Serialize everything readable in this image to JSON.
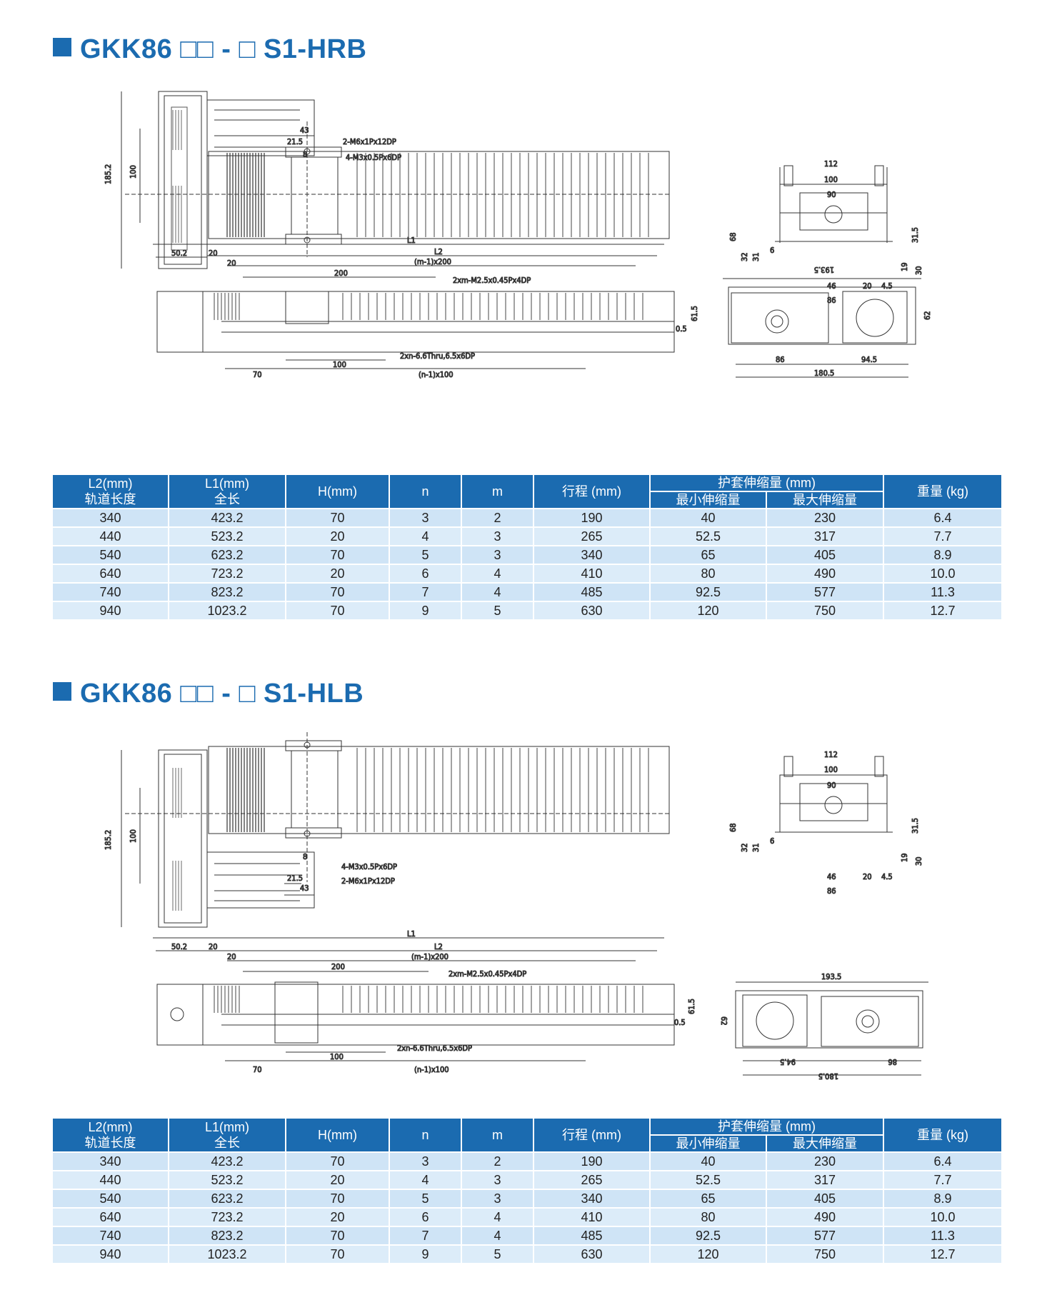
{
  "sections": [
    {
      "title": "GKK86 □□ - □ S1-HRB",
      "drawing_labels": {
        "d43": "43",
        "d21_5": "21.5",
        "d8": "8",
        "note1": "2-M6x1Px12DP",
        "note2": "4-M3x0.5Px6DP",
        "d185_2": "185.2",
        "d100": "100",
        "f112": "112",
        "f100": "100",
        "f90": "90",
        "f68": "68",
        "f32": "32",
        "f31": "31",
        "f6": "6",
        "f31_5": "31.5",
        "f19": "19",
        "f30": "30",
        "f46": "46",
        "f20": "20",
        "f4_5": "4.5",
        "f86": "86",
        "L1": "L1",
        "L2": "L2",
        "m200": "(m-1)x200",
        "s50_2": "50.2",
        "s20a": "20",
        "s20b": "20",
        "s200": "200",
        "sm": "2xm-M2.5x0.45Px4DP",
        "s61_5": "61.5",
        "s0_5": "0.5",
        "s2xn": "2xn-6.6Thru,6.5x6DP",
        "s100": "100",
        "s70": "70",
        "sn100": "(n-1)x100",
        "e193_5": "193.5",
        "e62": "62",
        "e86": "86",
        "e94_5": "94.5",
        "e180_5": "180.5"
      }
    },
    {
      "title": "GKK86 □□ - □ S1-HLB",
      "drawing_labels": {
        "d43": "43",
        "d21_5": "21.5",
        "d8": "8",
        "note1": "4-M3x0.5Px6DP",
        "note2": "2-M6x1Px12DP",
        "d185_2": "185.2",
        "d100": "100",
        "f112": "112",
        "f100": "100",
        "f90": "90",
        "f68": "68",
        "f32": "32",
        "f31": "31",
        "f6": "6",
        "f31_5": "31.5",
        "f19": "19",
        "f30": "30",
        "f46": "46",
        "f20": "20",
        "f4_5": "4.5",
        "f86": "86",
        "L1": "L1",
        "L2": "L2",
        "m200": "(m-1)x200",
        "s50_2": "50.2",
        "s20a": "20",
        "s20b": "20",
        "s200": "200",
        "sm": "2xm-M2.5x0.45Px4DP",
        "s61_5": "61.5",
        "s0_5": "0.5",
        "s2xn": "2xn-6.6Thru,6.5x6DP",
        "s100": "100",
        "s70": "70",
        "sn100": "(n-1)x100",
        "e193_5": "193.5",
        "e62": "62",
        "e86": "86",
        "e94_5": "94.5",
        "e180_5": "180.5"
      }
    }
  ],
  "table": {
    "headers": {
      "l2_line1": "L2(mm)",
      "l2_line2": "轨道长度",
      "l1_line1": "L1(mm)",
      "l1_line2": "全长",
      "h": "H(mm)",
      "n": "n",
      "m": "m",
      "stroke": "行程 (mm)",
      "bellows": "护套伸缩量 (mm)",
      "bellows_min": "最小伸缩量",
      "bellows_max": "最大伸缩量",
      "weight": "重量 (kg)"
    },
    "rows": [
      [
        "340",
        "423.2",
        "70",
        "3",
        "2",
        "190",
        "40",
        "230",
        "6.4"
      ],
      [
        "440",
        "523.2",
        "20",
        "4",
        "3",
        "265",
        "52.5",
        "317",
        "7.7"
      ],
      [
        "540",
        "623.2",
        "70",
        "5",
        "3",
        "340",
        "65",
        "405",
        "8.9"
      ],
      [
        "640",
        "723.2",
        "20",
        "6",
        "4",
        "410",
        "80",
        "490",
        "10.0"
      ],
      [
        "740",
        "823.2",
        "70",
        "7",
        "4",
        "485",
        "92.5",
        "577",
        "11.3"
      ],
      [
        "940",
        "1023.2",
        "70",
        "9",
        "5",
        "630",
        "120",
        "750",
        "12.7"
      ]
    ]
  },
  "colors": {
    "accent": "#1b6bb0",
    "row_light": "#cfe4f6",
    "row_alt": "#dcecf9"
  }
}
